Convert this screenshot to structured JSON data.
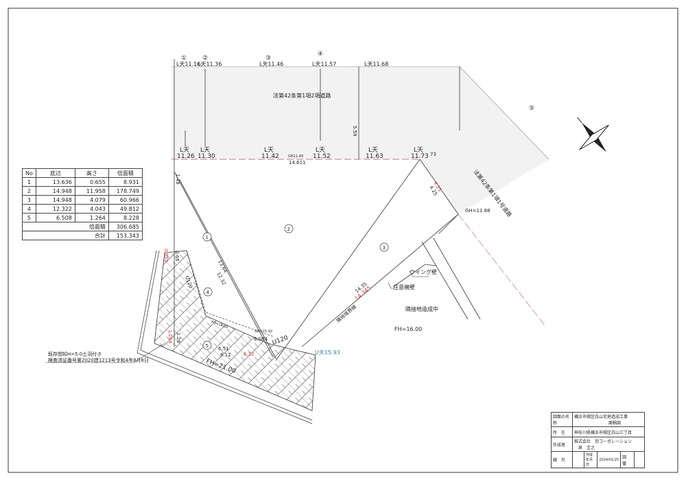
{
  "road_top": {
    "markers": [
      "①",
      "②",
      "③",
      "④"
    ],
    "top_levels": [
      "L天11.16",
      "L天11.36",
      "L天11.46",
      "L天11.57",
      "L天11.68"
    ],
    "bottom_prefix": "L天",
    "bottom_levels": [
      "11.26",
      "11.30",
      "11.42",
      "11.52",
      "11.63",
      "11.73"
    ],
    "bottom_suffix": "73",
    "road_label": "法第42条第1項2項道路",
    "width_label": "5.59",
    "gh_small": "GH11.49",
    "frontage": "14.611"
  },
  "road_right": {
    "label": "法第42条第1項1号道路",
    "gh": "GH=11.88",
    "dim_red": "4.25",
    "dim_black": "4.25",
    "marker": "⑤"
  },
  "lots": {
    "n1": "1",
    "n2": "2",
    "n3": "3",
    "n4": "4",
    "n5": "5"
  },
  "dims": {
    "left_top": "1.48",
    "a": "13.64",
    "b": "12.32",
    "side_red": "0.655",
    "side_black": "0.65",
    "u120_left": "U120",
    "u120_bottom": "U120",
    "fh_inner": "FH=16.00",
    "gh_mid": "GH=15.92",
    "mid_dim": "6.084",
    "d1": "6.51",
    "d2": "6.12",
    "red_mid": "6.12",
    "left_red": "1.264",
    "left_black": "1.26",
    "fh_bottom": "FH=21.00",
    "u_level": "U天15.93",
    "boundary_black": "14.35",
    "boundary_red": "14.345",
    "boundary_label": "隣地境界線"
  },
  "neighbor": {
    "wing": "ウイング壁",
    "retaining": "任意擁壁",
    "developing": "隣接地造成中",
    "fh": "FH=16.00"
  },
  "callout": {
    "line1": "既存間知H=5.0土羽付き",
    "line2": "検査済証番号第2020建1213号令和4年8月8日"
  },
  "area_table": {
    "headers": [
      "No",
      "底辺",
      "高さ",
      "倍面積"
    ],
    "rows": [
      [
        "1",
        "13.636",
        "0.655",
        "8.931"
      ],
      [
        "2",
        "14.948",
        "11.958",
        "178.749"
      ],
      [
        "3",
        "14.948",
        "4.079",
        "60.966"
      ],
      [
        "4",
        "12.322",
        "4.043",
        "49.812"
      ],
      [
        "5",
        "6.508",
        "1.264",
        "8.228"
      ]
    ],
    "double_area_label": "倍面積",
    "double_area": "306.685",
    "total_label": "合計",
    "total": "153.343"
  },
  "title_block": {
    "name_label": "図面の名称",
    "name": "横浜市緑区白山宅地造成工事",
    "name2": "面積図",
    "location_label": "所　在",
    "location": "神奈川県横浜市緑区白山三丁目",
    "author_label": "作成者",
    "author": "株式会社　司コーポレーション",
    "author2": "泉　圭之",
    "scale_label": "縮　尺",
    "date_label": "作成年月日",
    "date": "2024/01/25",
    "drawing_no_label": "図　番"
  }
}
